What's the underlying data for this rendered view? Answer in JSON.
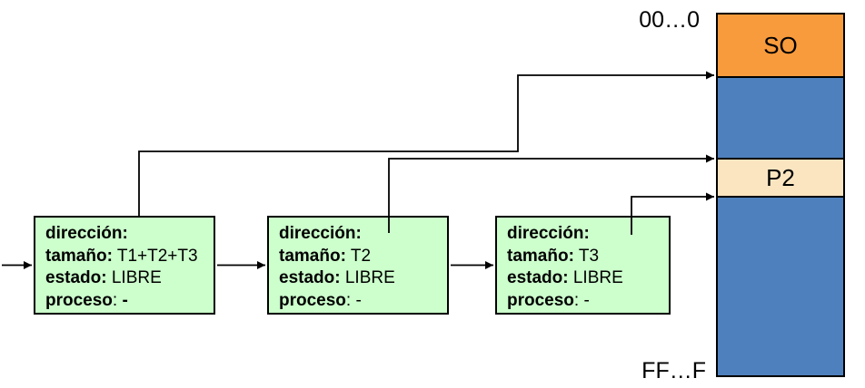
{
  "memory": {
    "start_address_label": "00…0",
    "end_address_label": "FF…F",
    "border_color": "#000000",
    "segments": [
      {
        "id": "so",
        "label": "SO",
        "color": "#F89B3C"
      },
      {
        "id": "hole-upper",
        "label": "",
        "color": "#4E80BD"
      },
      {
        "id": "p2",
        "label": "P2",
        "color": "#FBE5C1"
      },
      {
        "id": "hole-lower",
        "label": "",
        "color": "#4E80BD"
      }
    ]
  },
  "free_list": {
    "node_fill": "#CCFFCC",
    "node_border": "#000000",
    "nodes": [
      {
        "fields": [
          {
            "label": "dirección:",
            "value": ""
          },
          {
            "label": "tamaño:",
            "value": " T1+T2+T3"
          },
          {
            "label": "estado:",
            "value": " LIBRE"
          },
          {
            "label": "proceso",
            "value": ": ",
            "value_bold": "-"
          }
        ]
      },
      {
        "fields": [
          {
            "label": "dirección:",
            "value": ""
          },
          {
            "label": "tamaño:",
            "value": " T2"
          },
          {
            "label": "estado:",
            "value": " LIBRE"
          },
          {
            "label": "proceso",
            "value": ": -"
          }
        ]
      },
      {
        "fields": [
          {
            "label": "dirección:",
            "value": ""
          },
          {
            "label": "tamaño:",
            "value": " T3"
          },
          {
            "label": "estado:",
            "value": " LIBRE"
          },
          {
            "label": "proceso",
            "value": ": -"
          }
        ]
      }
    ]
  },
  "connectors": {
    "color": "#000000"
  }
}
